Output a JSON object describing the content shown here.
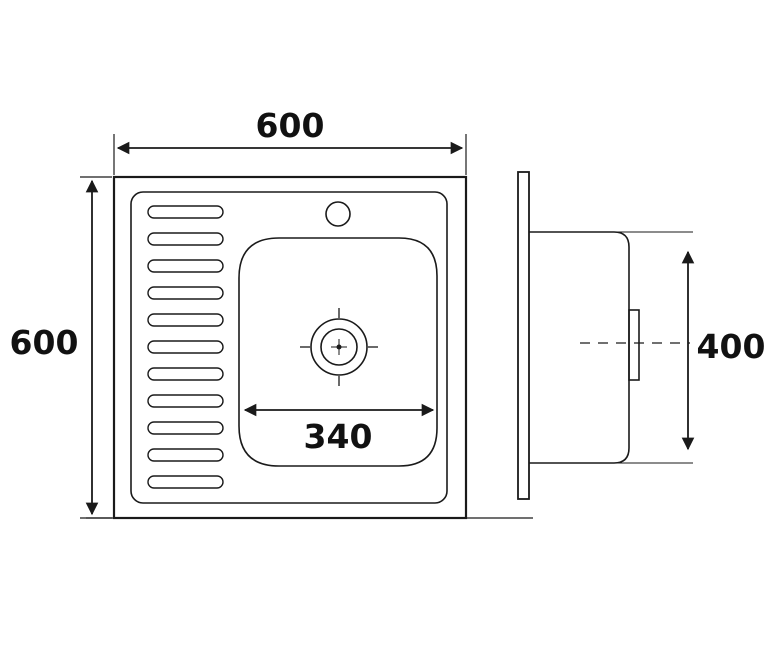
{
  "dimensions": {
    "width_label": "600",
    "height_label": "600",
    "bowl_width_label": "340",
    "depth_label": "400"
  },
  "colors": {
    "line": "#1a1a1a",
    "text": "#111111",
    "background": "#ffffff"
  }
}
